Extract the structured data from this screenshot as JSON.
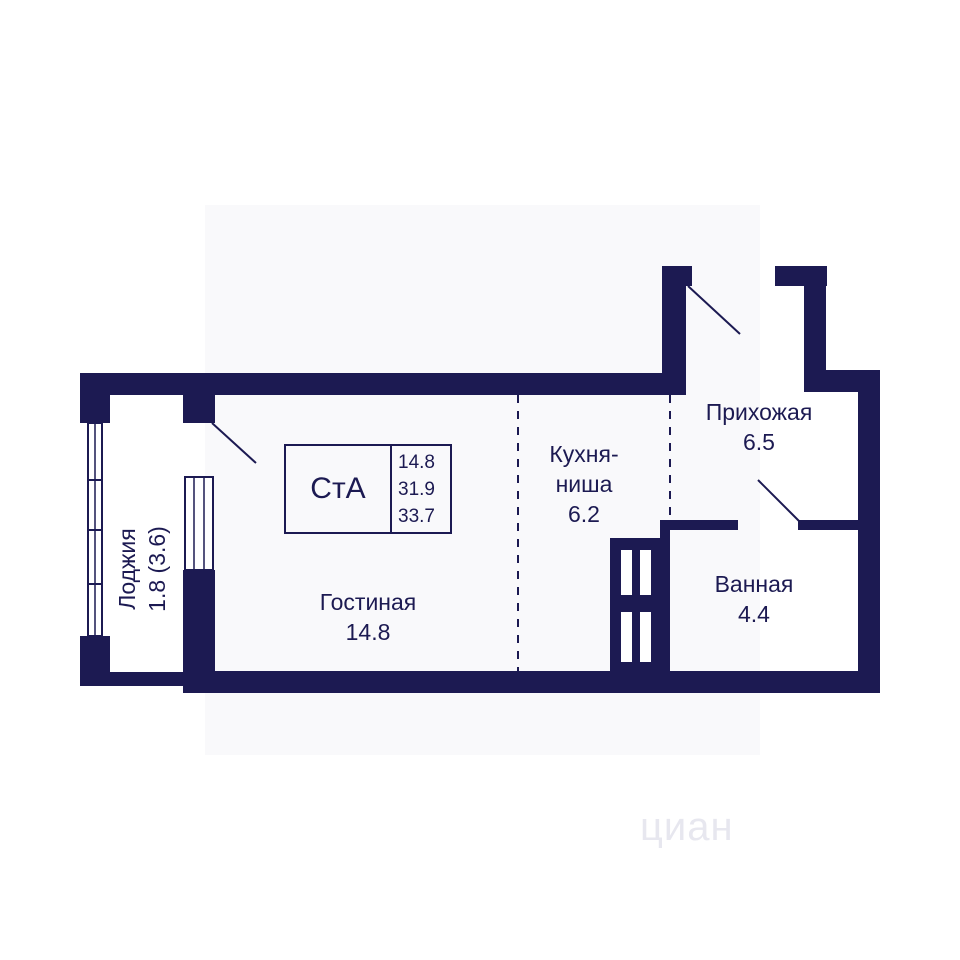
{
  "apartment": {
    "type_code": "СтА",
    "areas": [
      "14.8",
      "31.9",
      "33.7"
    ]
  },
  "rooms": [
    {
      "name": "Гостиная",
      "area": "14.8"
    },
    {
      "name_line1": "Кухня-",
      "name_line2": "ниша",
      "area": "6.2"
    },
    {
      "name": "Прихожая",
      "area": "6.5"
    },
    {
      "name": "Ванная",
      "area": "4.4"
    },
    {
      "name": "Лоджия",
      "area": "1.8 (3.6)"
    }
  ],
  "watermark": "циан",
  "colors": {
    "wall": "#1c1a52",
    "background": "#ffffff"
  }
}
